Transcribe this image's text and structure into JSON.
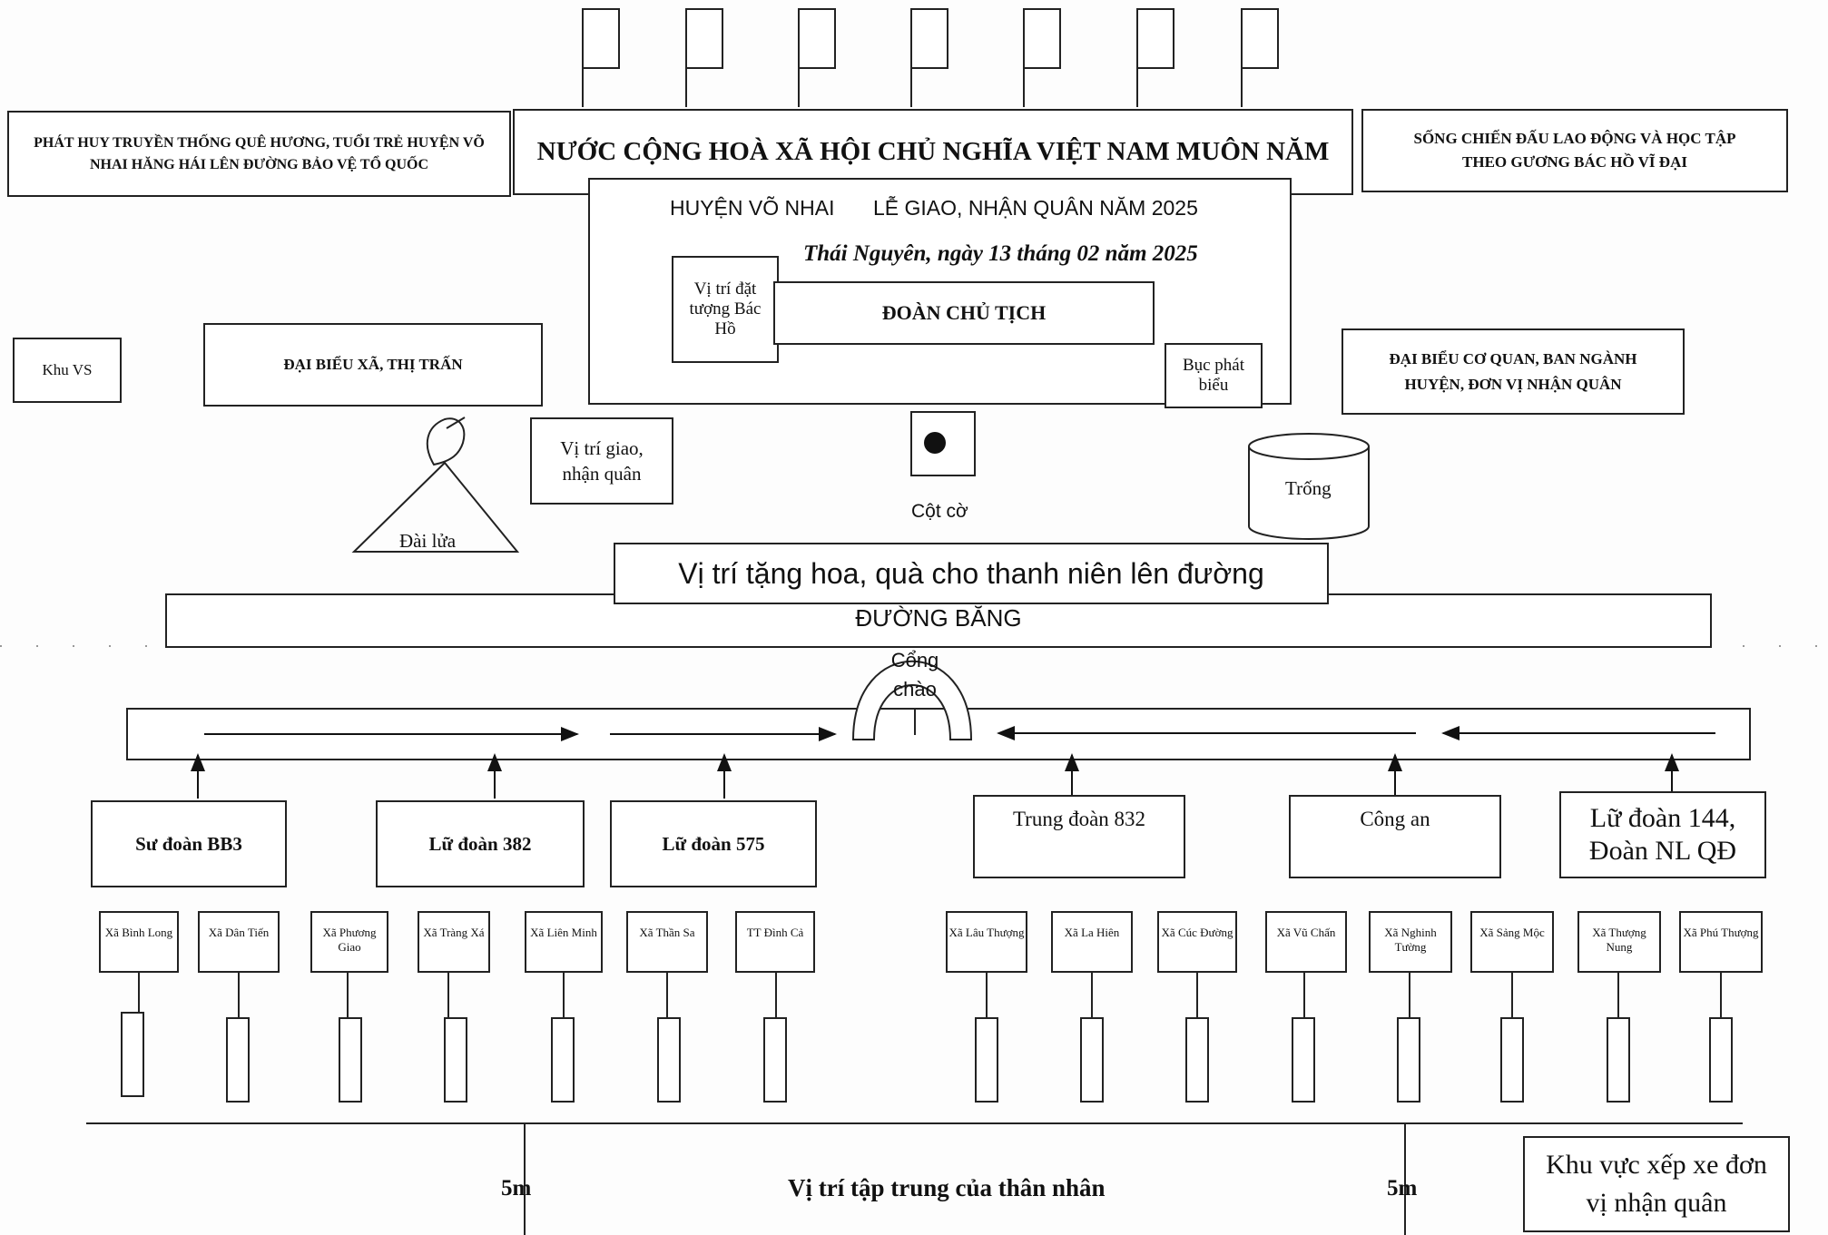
{
  "banners": {
    "left": "PHÁT HUY TRUYỀN THỐNG QUÊ HƯƠNG, TUỔI TRẺ HUYỆN VÕ NHAI HĂNG HÁI LÊN ĐƯỜNG BẢO VỆ TỔ QUỐC",
    "center": "NƯỚC CỘNG HOÀ XÃ HỘI CHỦ NGHĨA VIỆT NAM MUÔN NĂM",
    "right": "SỐNG CHIẾN ĐẤU LAO ĐỘNG VÀ HỌC TẬP THEO GƯƠNG BÁC HỒ VĨ ĐẠI"
  },
  "stage": {
    "district": "HUYỆN VÕ NHAI",
    "event": "LỄ GIAO, NHẬN QUÂN NĂM 2025",
    "date": "Thái Nguyên, ngày 13 tháng 02 năm 2025",
    "statue": "Vị trí đặt tượng Bác Hồ",
    "presidium": "ĐOÀN CHỦ TỊCH",
    "podium": "Bục phát biểu"
  },
  "labels": {
    "restroom": "Khu VS",
    "commune_delegates": "ĐẠI BIỂU XÃ, THỊ TRẤN",
    "agency_delegates": "ĐẠI BIỂU CƠ QUAN, BAN NGÀNH HUYỆN, ĐƠN VỊ NHẬN QUÂN",
    "handover": "Vị trí giao, nhận quân",
    "flagpole": "Cột cờ",
    "drum": "Trống",
    "torch": "Đài lửa",
    "gifts": "Vị trí tặng hoa, quà cho thanh niên lên đường",
    "banner_road": "ĐƯỜNG BĂNG",
    "gate": "Cổng chào",
    "relatives": "Vị trí tập trung của thân nhân",
    "dist_left": "5m",
    "dist_right": "5m",
    "parking": "Khu vực xếp xe đơn vị nhận quân"
  },
  "units": [
    "Sư đoàn BB3",
    "Lữ đoàn 382",
    "Lữ đoàn 575",
    "Trung đoàn 832",
    "Công an",
    "Lữ đoàn 144, Đoàn NL QĐ"
  ],
  "communes_left": [
    "Xã Bình Long",
    "Xã Dân Tiến",
    "Xã Phương Giao",
    "Xã Tràng Xá",
    "Xã Liên Minh",
    "Xã Thần Sa",
    "TT Đình Cả"
  ],
  "communes_right": [
    "Xã Lâu Thượng",
    "Xã La Hiên",
    "Xã Cúc Đường",
    "Xã Vũ Chấn",
    "Xã Nghinh Tường",
    "Xã Sảng Mộc",
    "Xã Thượng Nung",
    "Xã Phú Thượng"
  ]
}
